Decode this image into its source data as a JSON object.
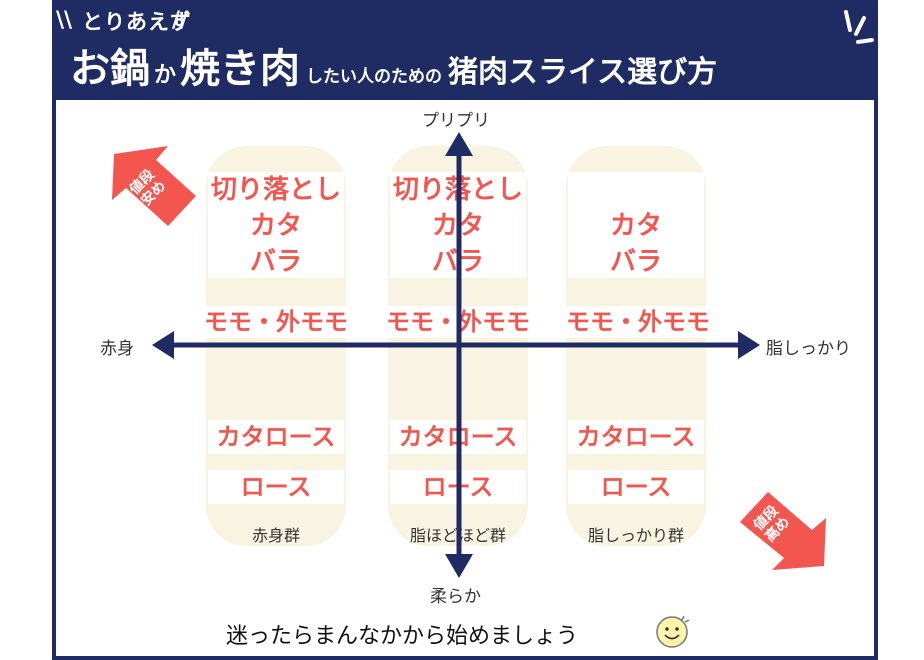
{
  "header": {
    "kicker": "とりあえず",
    "title_part1": "お鍋",
    "title_part2": "か",
    "title_part3": "焼き肉",
    "title_part4": "したい人のための",
    "title_part5": "猪肉スライス選び方",
    "slash_left": "\\\\",
    "slash_right": "//"
  },
  "axes": {
    "top": "プリプリ",
    "bottom": "柔らか",
    "left": "赤身",
    "right": "脂しっかり"
  },
  "price_badges": {
    "cheap": [
      "値段",
      "安め"
    ],
    "expensive": [
      "値段",
      "高め"
    ]
  },
  "columns": [
    {
      "name": "赤身群",
      "top_cuts": [
        "切り落とし",
        "カタ",
        "バラ"
      ],
      "mid_cut": "モモ・外モモ",
      "lower_cut1": "カタロース",
      "lower_cut2": "ロース"
    },
    {
      "name": "脂ほどほど群",
      "top_cuts": [
        "切り落とし",
        "カタ",
        "バラ"
      ],
      "mid_cut": "モモ・外モモ",
      "lower_cut1": "カタロース",
      "lower_cut2": "ロース"
    },
    {
      "name": "脂しっかり群",
      "top_cuts": [
        "",
        "カタ",
        "バラ"
      ],
      "mid_cut": "モモ・外モモ",
      "lower_cut1": "カタロース",
      "lower_cut2": "ロース"
    }
  ],
  "footer": {
    "text": "迷ったらまんなかから始めましょう"
  },
  "colors": {
    "navy": "#1f2b63",
    "accent_red": "#f2564e",
    "column_bg": "#f8f4e1"
  }
}
